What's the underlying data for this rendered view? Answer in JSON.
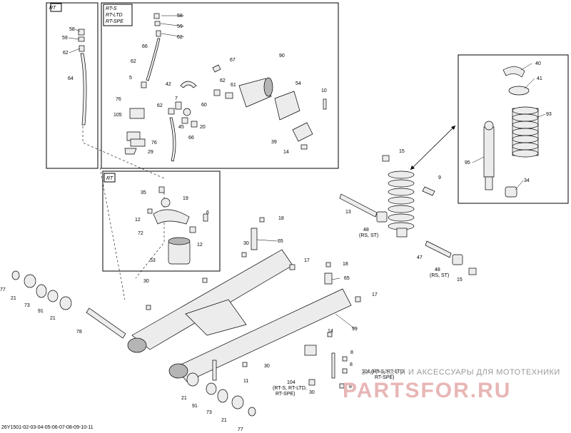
{
  "diagram": {
    "part_code": "26Y1501-02-03-04-05-06-07-08-09-10-11",
    "inset_rt_label": "RT",
    "inset_variants": [
      "RT-S",
      "RT-LTD",
      "RT-SPE"
    ],
    "inset_rt_lower_label": "RT",
    "callouts": {
      "c58a": "58",
      "c59a": "59",
      "c62a": "62",
      "c64": "64",
      "c58b": "58",
      "c59b": "59",
      "c62b": "62",
      "c66a": "66",
      "c62c": "62",
      "c67": "67",
      "c90": "90",
      "c5": "5",
      "c42": "42",
      "c62d": "62",
      "c61": "61",
      "c54": "54",
      "c10": "10",
      "c76a": "76",
      "c7": "7",
      "c60": "60",
      "c62e": "62",
      "c105": "105",
      "c45": "45",
      "c20": "20",
      "c76b": "76",
      "c66b": "66",
      "c29": "29",
      "c39": "39",
      "c14a": "14",
      "c35": "35",
      "c19": "19",
      "c12a": "12",
      "c6": "6",
      "c72": "72",
      "c12b": "12",
      "c53": "53",
      "c40": "40",
      "c41": "41",
      "c93": "93",
      "c95": "95",
      "c34": "34",
      "c15a": "15",
      "c9": "9",
      "c13": "13",
      "c48a": "48",
      "c47": "47",
      "c48b": "48",
      "c15b": "15",
      "c18a": "18",
      "c65a": "65",
      "c30a": "30",
      "c17a": "17",
      "c18b": "18",
      "c65b": "65",
      "c30b": "30",
      "c17b": "17",
      "c99": "99",
      "c14b": "14",
      "c8a": "8",
      "c8b": "8",
      "c30c": "30",
      "c11": "11",
      "c30d": "30",
      "c8c": "8",
      "c77a": "77",
      "c21a": "21",
      "c73a": "73",
      "c91a": "91",
      "c21b": "21",
      "c78": "78",
      "c21c": "21",
      "c91b": "91",
      "c73b": "73",
      "c21d": "21",
      "c77b": "77",
      "c104": "104",
      "c101": "101"
    },
    "notes": {
      "rs_st_a": "(RS, ST)",
      "rs_st_b": "(RS, ST)",
      "n104_variants": "(RT-S, RT-LTD,",
      "n104_variants2": "RT-SPE)",
      "n101_variants": "(RT-S, RT-LTD,",
      "n101_variants2": "RT-SPE)"
    }
  },
  "watermark": {
    "line1": "ЗАПЧАСТИ И АКСЕССУАРЫ ДЛЯ МОТОТЕХНИКИ",
    "line2": "PARTSFOR.RU"
  }
}
